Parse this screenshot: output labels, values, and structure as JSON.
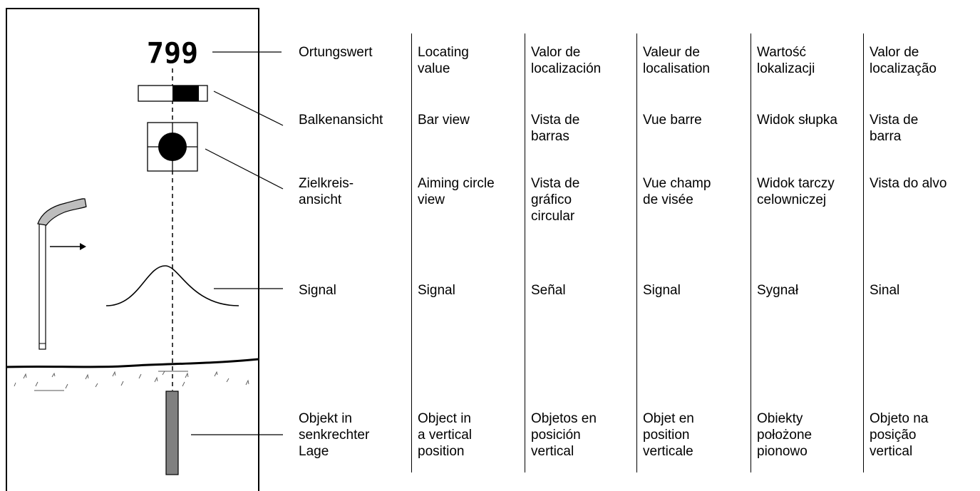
{
  "display": {
    "value": "799"
  },
  "languages": [
    "de",
    "en",
    "es",
    "fr",
    "pl",
    "pt"
  ],
  "rows": [
    {
      "id": "locating-value",
      "labels": [
        "Ortungswert",
        "Locating\nvalue",
        "Valor de\nlocalización",
        "Valeur de\nlocalisation",
        "Wartość\nlokalizacji",
        "Valor de\nlocalização"
      ]
    },
    {
      "id": "bar-view",
      "labels": [
        "Balkenansicht",
        "Bar view",
        "Vista de\nbarras",
        "Vue barre",
        "Widok słupka",
        "Vista de\nbarra"
      ]
    },
    {
      "id": "aiming-circle-view",
      "labels": [
        "Zielkreis-\nansicht",
        "Aiming circle\nview",
        "Vista de\ngráfico\ncircular",
        "Vue champ\nde visée",
        "Widok tarczy\ncelowniczej",
        "Vista do alvo"
      ]
    },
    {
      "id": "signal",
      "labels": [
        "Signal",
        "Signal",
        "Señal",
        "Signal",
        "Sygnał",
        "Sinal"
      ]
    },
    {
      "id": "vertical-object",
      "labels": [
        "Objekt in\nsenkrechter\nLage",
        "Object in\na vertical\nposition",
        "Objetos en\nposición\nvertical",
        "Objet en\nposition\nverticale",
        "Obiekty\npołożone\npionowo",
        "Objeto na\nposição\nvertical"
      ]
    }
  ],
  "colors": {
    "line": "#000000",
    "object_fill": "#808080",
    "device_fill": "#bdbdbd"
  }
}
